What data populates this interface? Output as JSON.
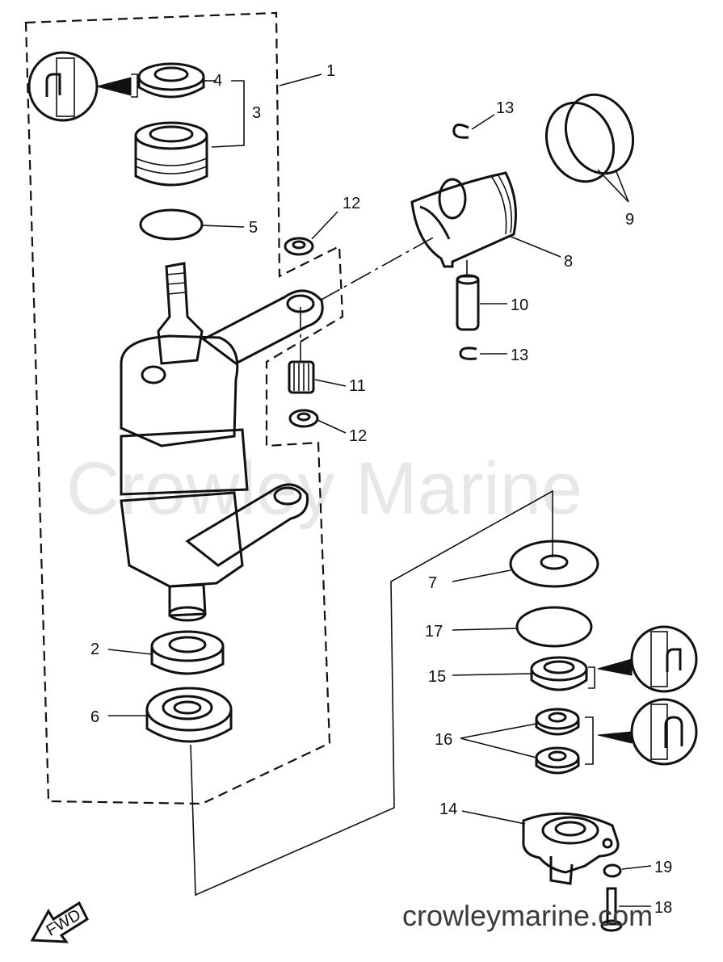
{
  "diagram": {
    "watermark": "Crowley Marine",
    "website": "crowleymarine.com",
    "fwd_label": "FWD",
    "callouts": {
      "p1": "1",
      "p2": "2",
      "p3": "3",
      "p4": "4",
      "p5": "5",
      "p6": "6",
      "p7": "7",
      "p8": "8",
      "p9": "9",
      "p10": "10",
      "p11": "11",
      "p12a": "12",
      "p12b": "12",
      "p13a": "13",
      "p13b": "13",
      "p14": "14",
      "p15": "15",
      "p16": "16",
      "p17": "17",
      "p18": "18",
      "p19": "19"
    }
  }
}
